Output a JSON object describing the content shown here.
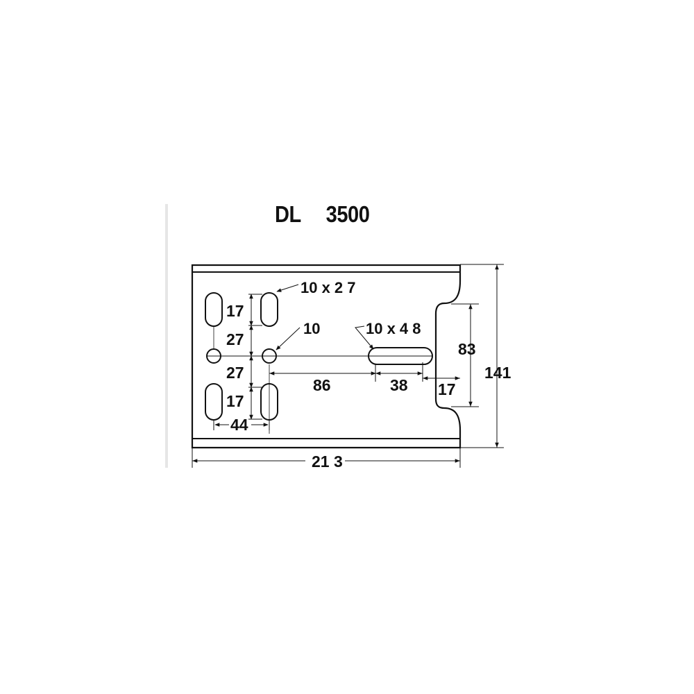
{
  "title": {
    "model": "DL",
    "number": "3500"
  },
  "callouts": {
    "slot_small": "10 x 2 7",
    "hole": "10",
    "slot_long": "10 x 4 8"
  },
  "dimensions": {
    "slot_height_top": "17",
    "pitch_upper": "27",
    "pitch_lower": "27",
    "slot_height_bottom": "17",
    "column_spacing": "44",
    "to_slot": "86",
    "slot_length": "38",
    "notch_depth": "17",
    "notch_height": "83",
    "overall_height": "141",
    "overall_width": "21 3"
  },
  "colors": {
    "line": "#111111",
    "rule": "#e6e6e6"
  }
}
